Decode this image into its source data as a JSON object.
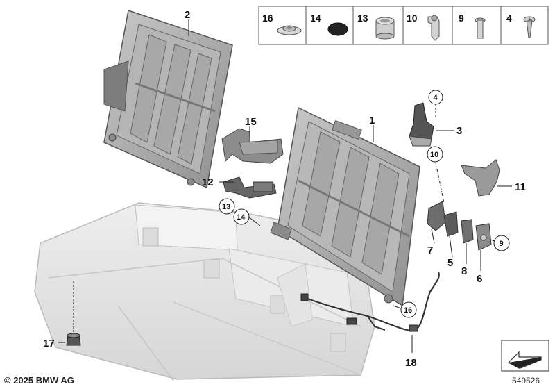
{
  "diagram": {
    "legend_parts": [
      {
        "label": "16",
        "icon": "rivet-clip-icon"
      },
      {
        "label": "14",
        "icon": "round-plug-icon"
      },
      {
        "label": "13",
        "icon": "bushing-icon"
      },
      {
        "label": "10",
        "icon": "bracket-clip-icon"
      },
      {
        "label": "9",
        "icon": "bolt-icon"
      },
      {
        "label": "4",
        "icon": "screw-icon"
      }
    ],
    "callouts": {
      "c1": "1",
      "c2": "2",
      "c3": "3",
      "c4": "4",
      "c5": "5",
      "c6": "6",
      "c7": "7",
      "c8": "8",
      "c9": "9",
      "c10": "10",
      "c11": "11",
      "c12": "12",
      "c13": "13",
      "c14": "14",
      "c15": "15",
      "c16": "16",
      "c17": "17",
      "c18": "18"
    },
    "copyright": "© 2025 BMW AG",
    "doc_number": "549526"
  }
}
